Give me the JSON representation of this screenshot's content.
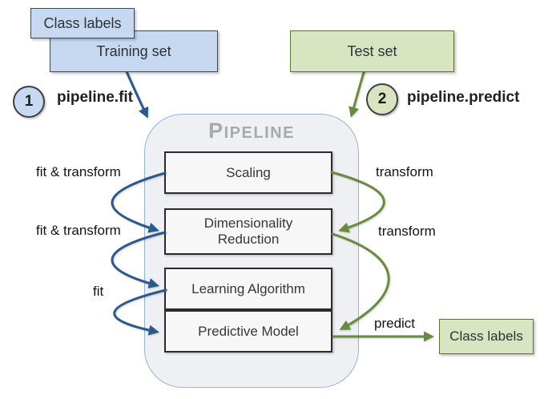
{
  "inputs": {
    "class_labels": "Class labels",
    "training_set": "Training set",
    "test_set": "Test set"
  },
  "output": {
    "class_labels": "Class labels"
  },
  "pipeline": {
    "title": "Pipeline",
    "steps": {
      "scaling": "Scaling",
      "dimensionality_reduction": "Dimensionality Reduction",
      "learning_algorithm": "Learning Algorithm",
      "predictive_model": "Predictive Model"
    }
  },
  "annotations": {
    "step1": {
      "number": "1",
      "label": "pipeline.fit"
    },
    "step2": {
      "number": "2",
      "label": "pipeline.predict"
    },
    "left": {
      "fit_transform_1": "fit & transform",
      "fit_transform_2": "fit & transform",
      "fit": "fit"
    },
    "right": {
      "transform_1": "transform",
      "transform_2": "transform",
      "predict": "predict"
    }
  },
  "colors": {
    "blue_fill": "#c7d9f0",
    "blue_border": "#3a4a5c",
    "green_fill": "#d9e5c1",
    "green_border": "#5e7135",
    "arrow_blue": "#2a5a8c",
    "arrow_green": "#688c3d",
    "container_fill": "#eef0f3",
    "container_border": "#94b3d9",
    "step_box_fill": "#f7f7f7",
    "step_box_border": "#2b2b2b",
    "pipeline_title_gray": "#a9a9a9"
  }
}
